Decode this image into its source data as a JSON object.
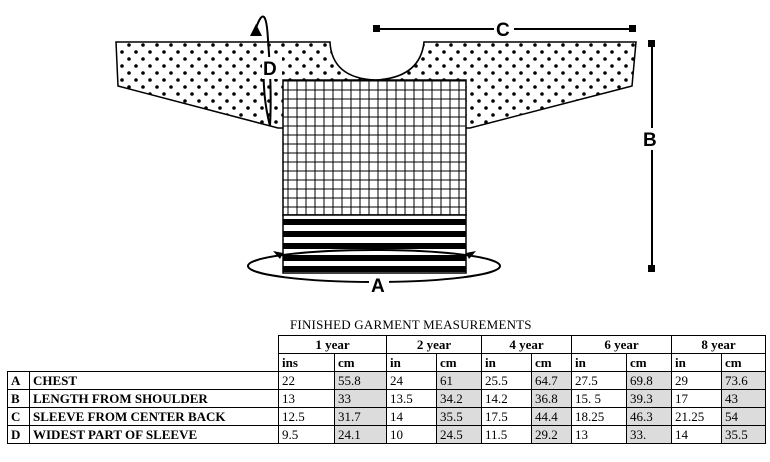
{
  "diagram": {
    "dimension_labels": {
      "a": "A",
      "b": "B",
      "c": "C",
      "d": "D"
    }
  },
  "table": {
    "title": "FINISHED GARMENT MEASUREMENTS",
    "age_groups": [
      "1 year",
      "2 year",
      "4 year",
      "6 year",
      "8 year"
    ],
    "unit_headers": [
      {
        "in": "ins",
        "cm": "cm"
      },
      {
        "in": "in",
        "cm": "cm"
      },
      {
        "in": "in",
        "cm": "cm"
      },
      {
        "in": "in",
        "cm": "cm"
      },
      {
        "in": "in",
        "cm": "cm"
      }
    ],
    "rows": [
      {
        "code": "A",
        "label": "CHEST",
        "values": [
          [
            "22",
            "55.8"
          ],
          [
            "24",
            "61"
          ],
          [
            "25.5",
            "64.7"
          ],
          [
            "27.5",
            "69.8"
          ],
          [
            "29",
            "73.6"
          ]
        ]
      },
      {
        "code": "B",
        "label": "LENGTH FROM SHOULDER",
        "values": [
          [
            "13",
            "33"
          ],
          [
            "13.5",
            "34.2"
          ],
          [
            "14.2",
            "36.8"
          ],
          [
            "15. 5",
            "39.3"
          ],
          [
            "17",
            "43"
          ]
        ]
      },
      {
        "code": "C",
        "label": "SLEEVE FROM CENTER BACK",
        "values": [
          [
            "12.5",
            "31.7"
          ],
          [
            "14",
            "35.5"
          ],
          [
            "17.5",
            "44.4"
          ],
          [
            "18.25",
            "46.3"
          ],
          [
            "21.25",
            "54"
          ]
        ]
      },
      {
        "code": "D",
        "label": "WIDEST PART OF SLEEVE",
        "values": [
          [
            "9.5",
            "24.1"
          ],
          [
            "10",
            "24.5"
          ],
          [
            "11.5",
            "29.2"
          ],
          [
            "13",
            "33."
          ],
          [
            "14",
            "35.5"
          ]
        ]
      }
    ]
  }
}
